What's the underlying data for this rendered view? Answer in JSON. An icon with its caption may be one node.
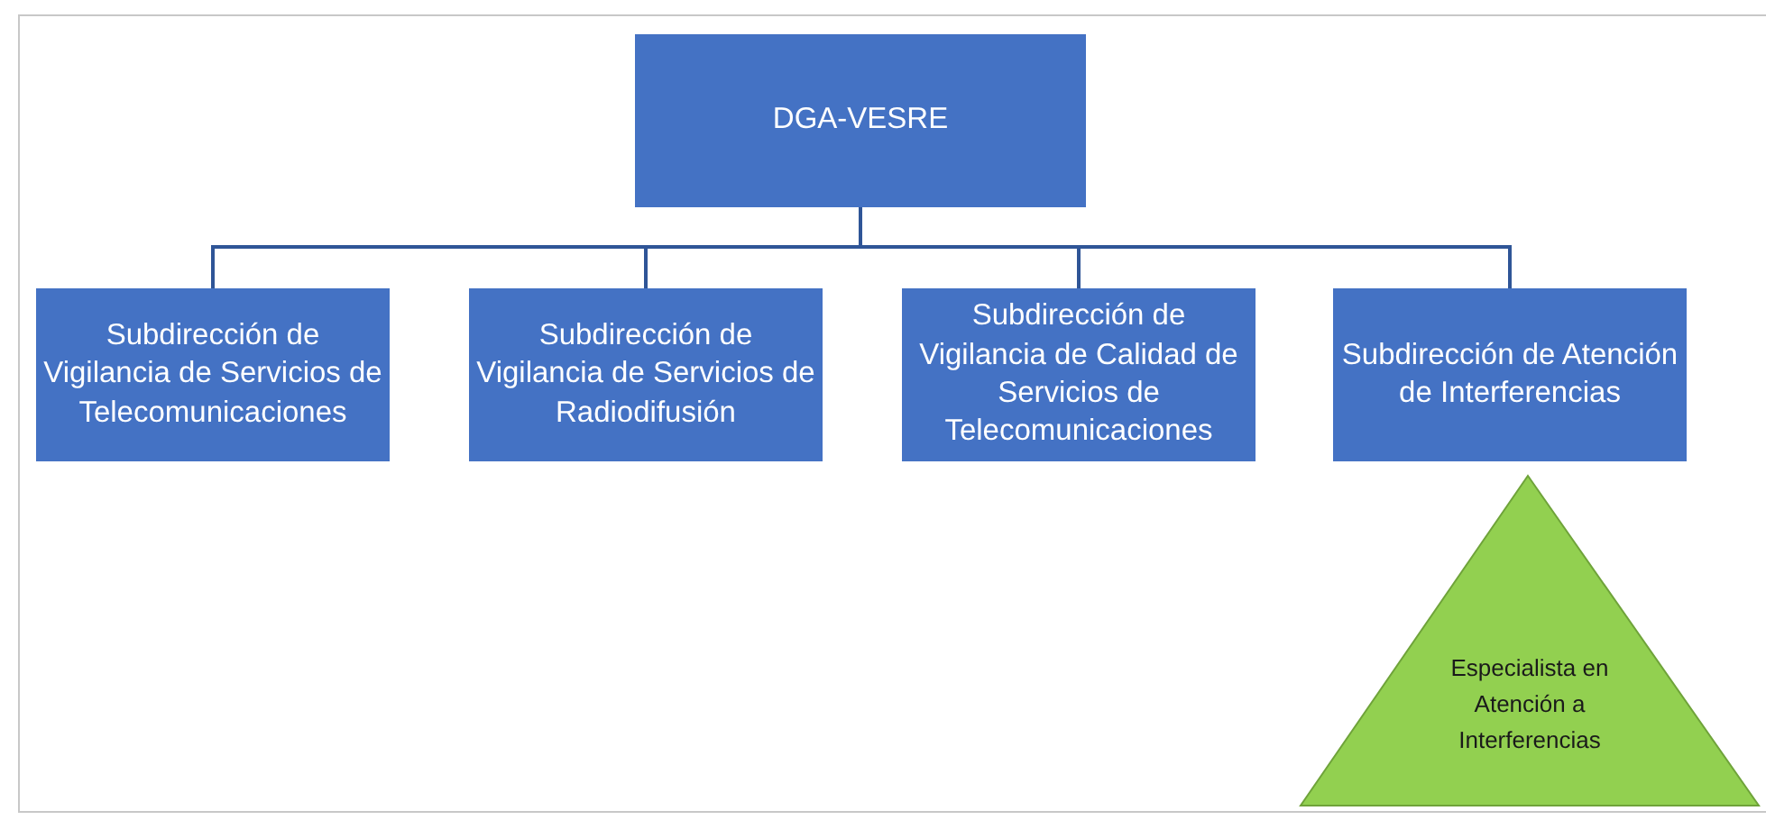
{
  "diagram": {
    "nodes": [
      {
        "text": [
          "DGA-VESRE"
        ]
      },
      {
        "text": [
          "Subdirección de Vigilancia de Servicios de Telecomunicaciones"
        ]
      },
      {
        "text": [
          "Subdirección de Vigilancia de Servicios de Radiodifusión"
        ]
      },
      {
        "text": [
          "Subdirección de Vigilancia de Calidad de Servicios de Telecomunicaciones"
        ]
      },
      {
        "text": [
          "Subdirección de Atención de Interferencias"
        ]
      },
      {
        "text": [
          "Especialista en Atención a Interferencias"
        ]
      }
    ],
    "edges": [
      {
        "from": 0,
        "to": 1,
        "arrow": "none"
      },
      {
        "from": 0,
        "to": 2,
        "arrow": "none"
      },
      {
        "from": 0,
        "to": 3,
        "arrow": "none"
      },
      {
        "from": 0,
        "to": 4,
        "arrow": "none"
      }
    ]
  }
}
